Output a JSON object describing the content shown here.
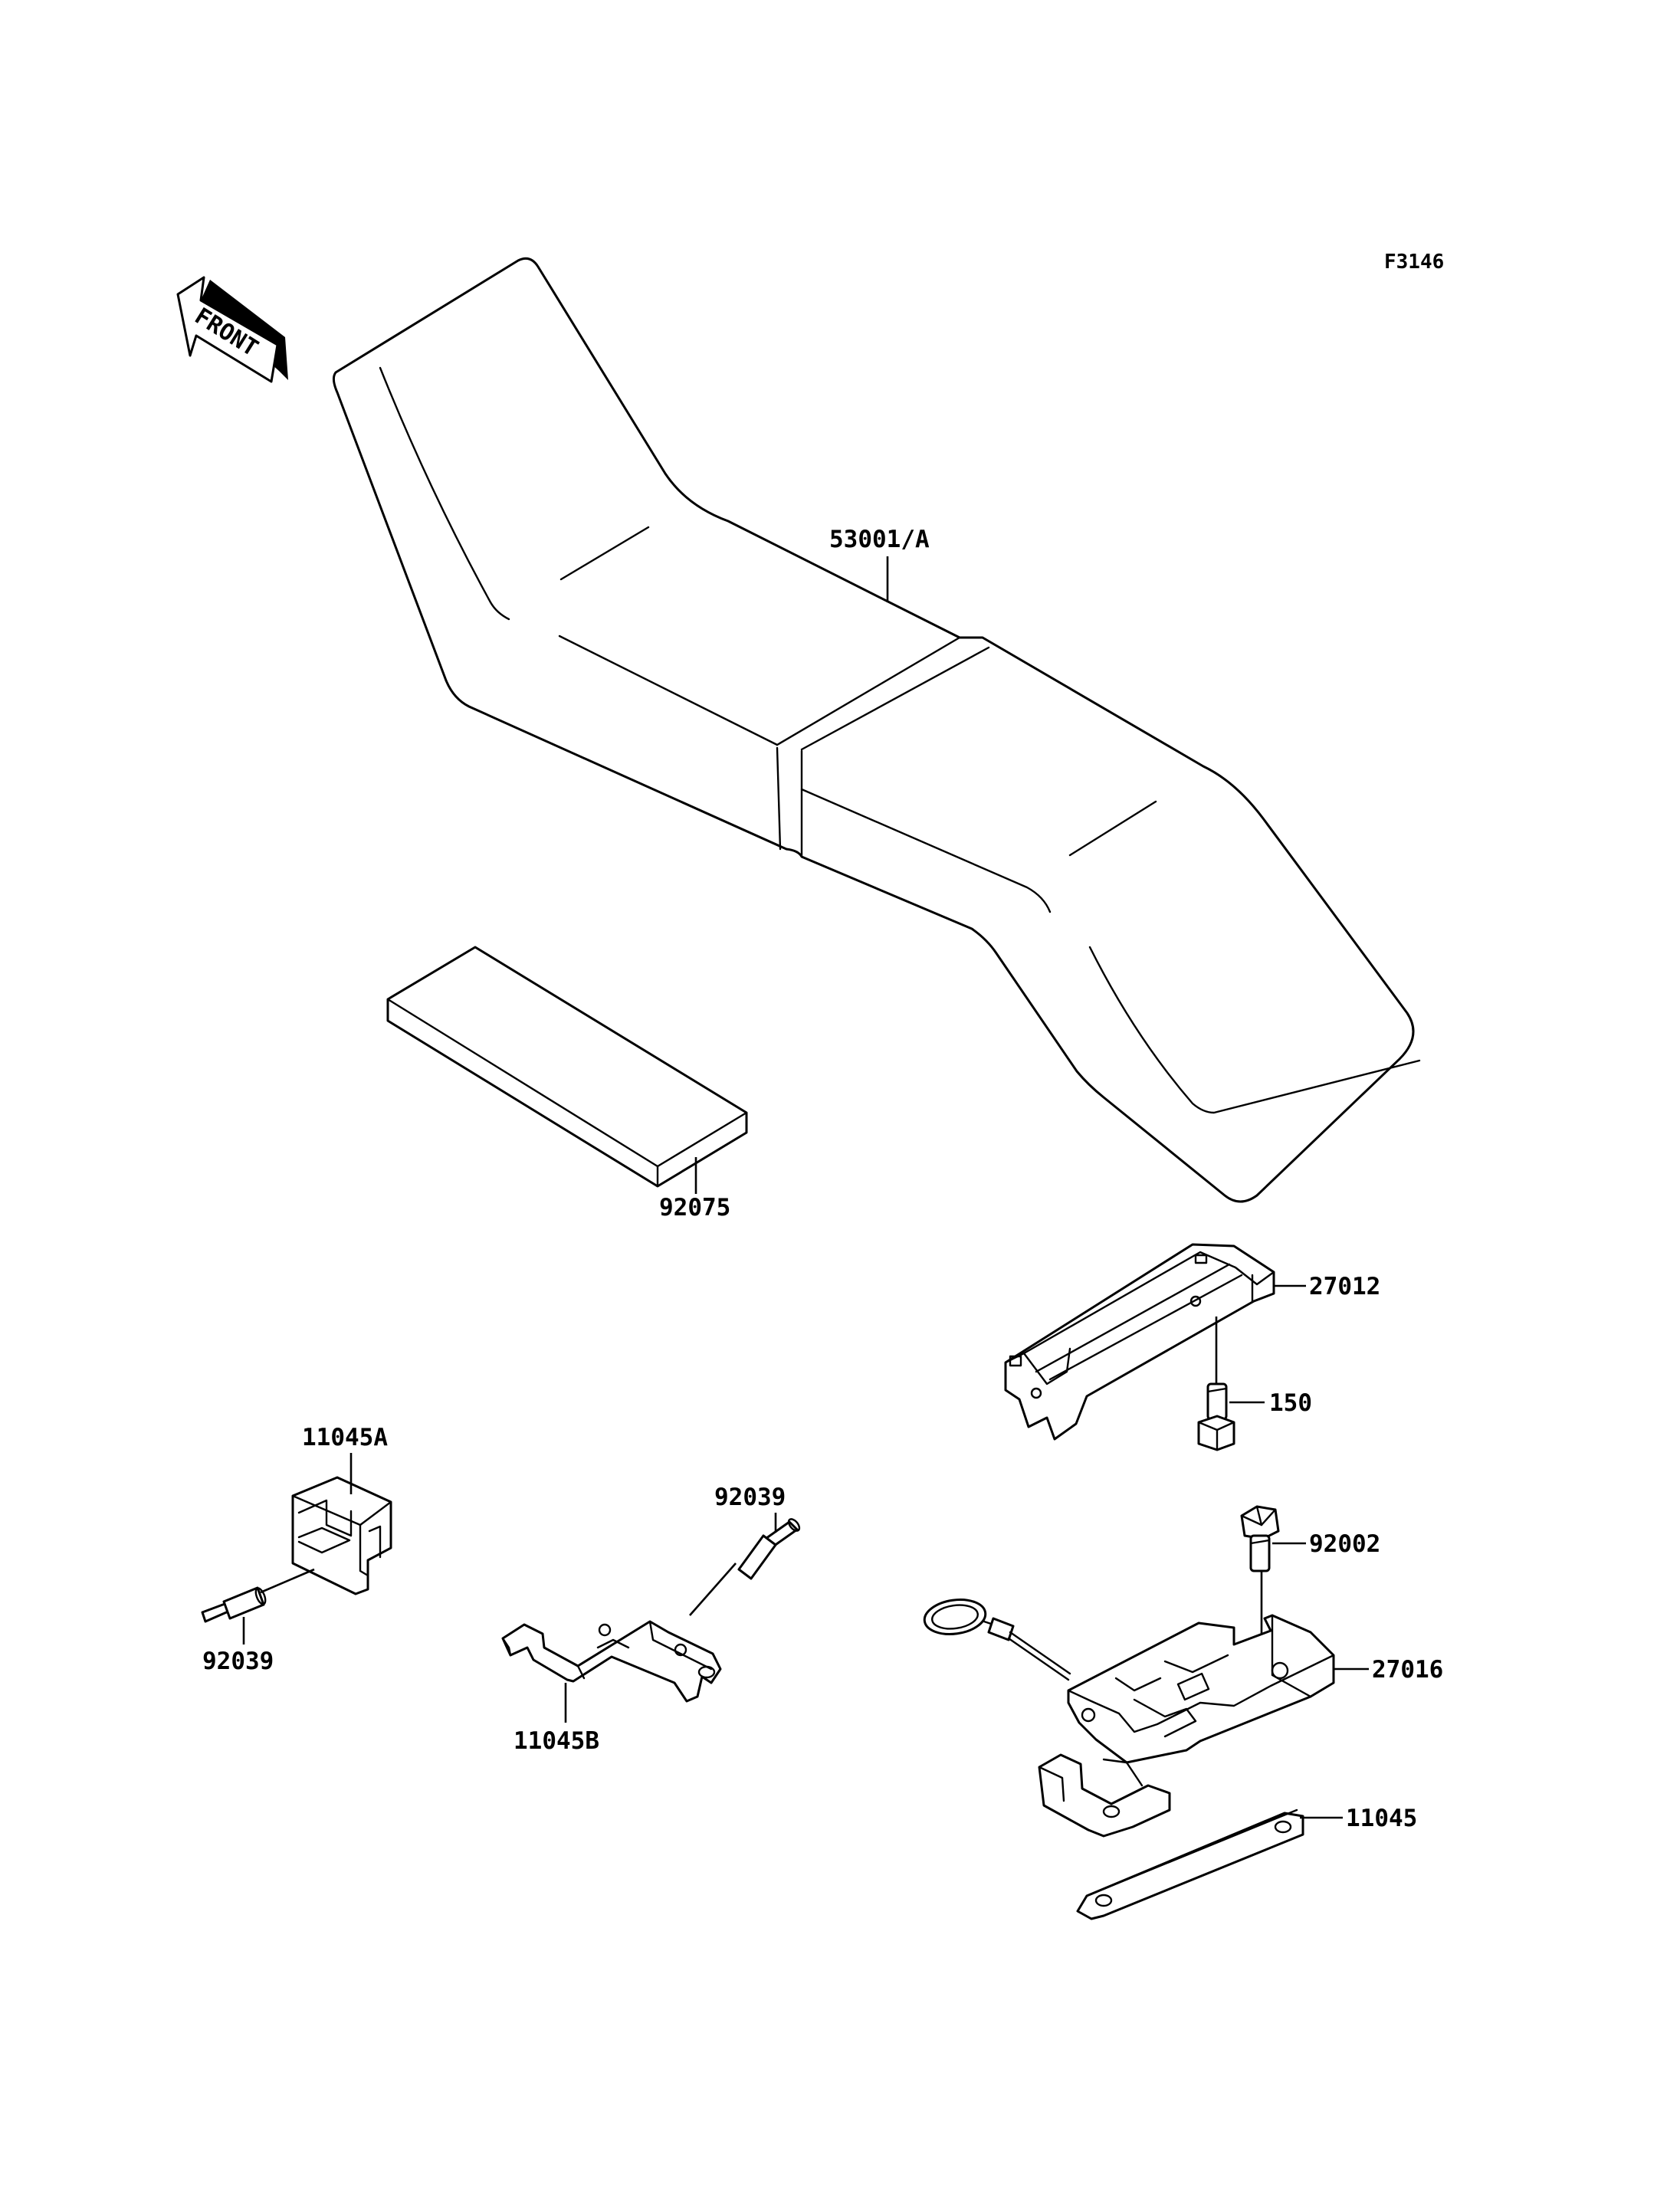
{
  "figure": {
    "code": "F3146"
  },
  "front_arrow": {
    "label": "FRONT",
    "icon": "front-direction-arrow-icon"
  },
  "parts": [
    {
      "id": "seat",
      "number": "53001/A"
    },
    {
      "id": "pad",
      "number": "92075"
    },
    {
      "id": "bracket-upper",
      "number": "27012"
    },
    {
      "id": "bolt-upper",
      "number": "150"
    },
    {
      "id": "block-a",
      "number": "11045A"
    },
    {
      "id": "pin-left",
      "number": "92039"
    },
    {
      "id": "pin-middle",
      "number": "92039"
    },
    {
      "id": "bracket-b",
      "number": "11045B"
    },
    {
      "id": "bolt-lower",
      "number": "92002"
    },
    {
      "id": "lock-bracket",
      "number": "27016"
    },
    {
      "id": "plate",
      "number": "11045"
    }
  ]
}
